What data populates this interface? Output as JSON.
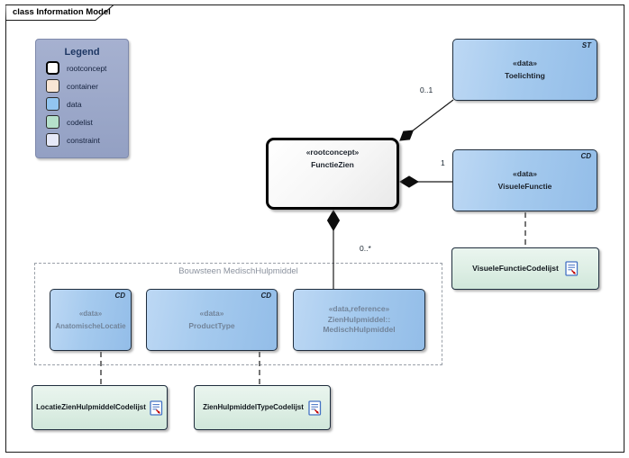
{
  "frame": {
    "tab_label": "class Information Model"
  },
  "legend": {
    "title": "Legend",
    "items": [
      {
        "label": "rootconcept",
        "color": "#ffffff"
      },
      {
        "label": "container",
        "color": "#f9e6d4"
      },
      {
        "label": "data",
        "color": "#92c5f0"
      },
      {
        "label": "codelist",
        "color": "#b5e0cb"
      },
      {
        "label": "constraint",
        "color": "#e6e9f8"
      }
    ]
  },
  "nodes": {
    "functiezien": {
      "stereotype": "«rootconcept»",
      "name": "FunctieZien"
    },
    "toelichting": {
      "stereotype": "«data»",
      "name": "Toelichting",
      "tag": "ST"
    },
    "visuelefunctie": {
      "stereotype": "«data»",
      "name": "VisueleFunctie",
      "tag": "CD"
    },
    "anatomischelocatie": {
      "stereotype": "«data»",
      "name": "AnatomischeLocatie",
      "tag": "CD"
    },
    "producttype": {
      "stereotype": "«data»",
      "name": "ProductType",
      "tag": "CD"
    },
    "medischhulpmiddel": {
      "stereotype": "«data,reference»",
      "qualifier": "ZienHulpmiddel::",
      "name": "MedischHulpmiddel"
    }
  },
  "group": {
    "label": "Bouwsteen MedischHulpmiddel"
  },
  "codelists": {
    "visuelefunctie": {
      "label": "VisueleFunctieCodelijst"
    },
    "locatie": {
      "label": "LocatieZienHulpmiddelCodelijst"
    },
    "type": {
      "label": "ZienHulpmiddelTypeCodelijst"
    }
  },
  "connectors": {
    "toelichting": {
      "multiplicity": "0..1"
    },
    "visuelefunctie": {
      "multiplicity": "1"
    },
    "medischhulpmiddel": {
      "multiplicity": "0..*"
    }
  },
  "colors": {
    "node_blue": "#a9cbee",
    "node_codelist": "#ddeee4",
    "legend_bg": "#9ca8c9",
    "connector": "#1a1a1a"
  }
}
